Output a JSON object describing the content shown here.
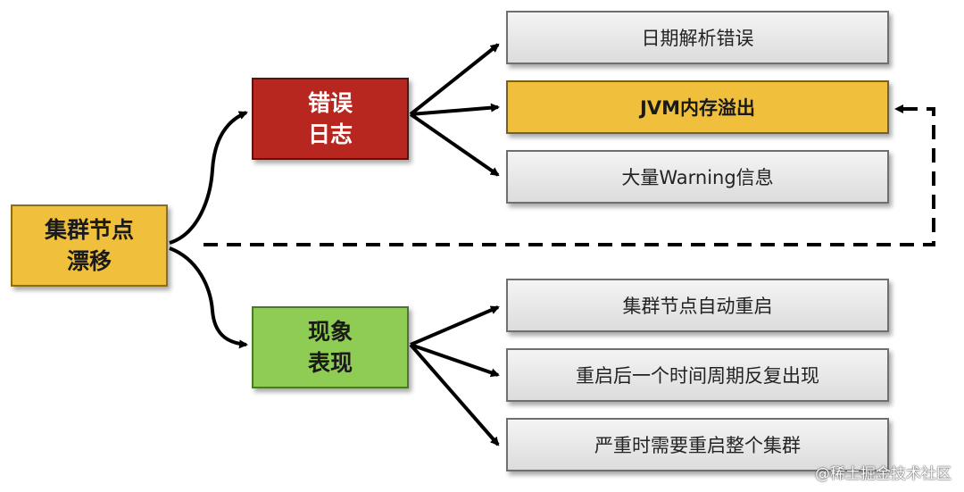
{
  "root": {
    "label_line1": "集群节点",
    "label_line2": "漂移"
  },
  "error_log": {
    "label_line1": "错误",
    "label_line2": "日志",
    "items": [
      {
        "label": "日期解析错误",
        "highlight": false
      },
      {
        "label": "JVM内存溢出",
        "highlight": true
      },
      {
        "label": "大量Warning信息",
        "highlight": false
      }
    ]
  },
  "phenomenon": {
    "label_line1": "现象",
    "label_line2": "表现",
    "items": [
      {
        "label": "集群节点自动重启",
        "highlight": false
      },
      {
        "label": "重启后一个时间周期反复出现",
        "highlight": false
      },
      {
        "label": "严重时需要重启整个集群",
        "highlight": false
      }
    ]
  },
  "watermark": "@稀土掘金技术社区",
  "colors": {
    "root_fill": "#f0c03c",
    "error_fill": "#b82620",
    "phenomenon_fill": "#8fcc54",
    "leaf_fill": "#e8e8e8",
    "highlight_fill": "#f0c03c",
    "arrow": "#000000"
  }
}
